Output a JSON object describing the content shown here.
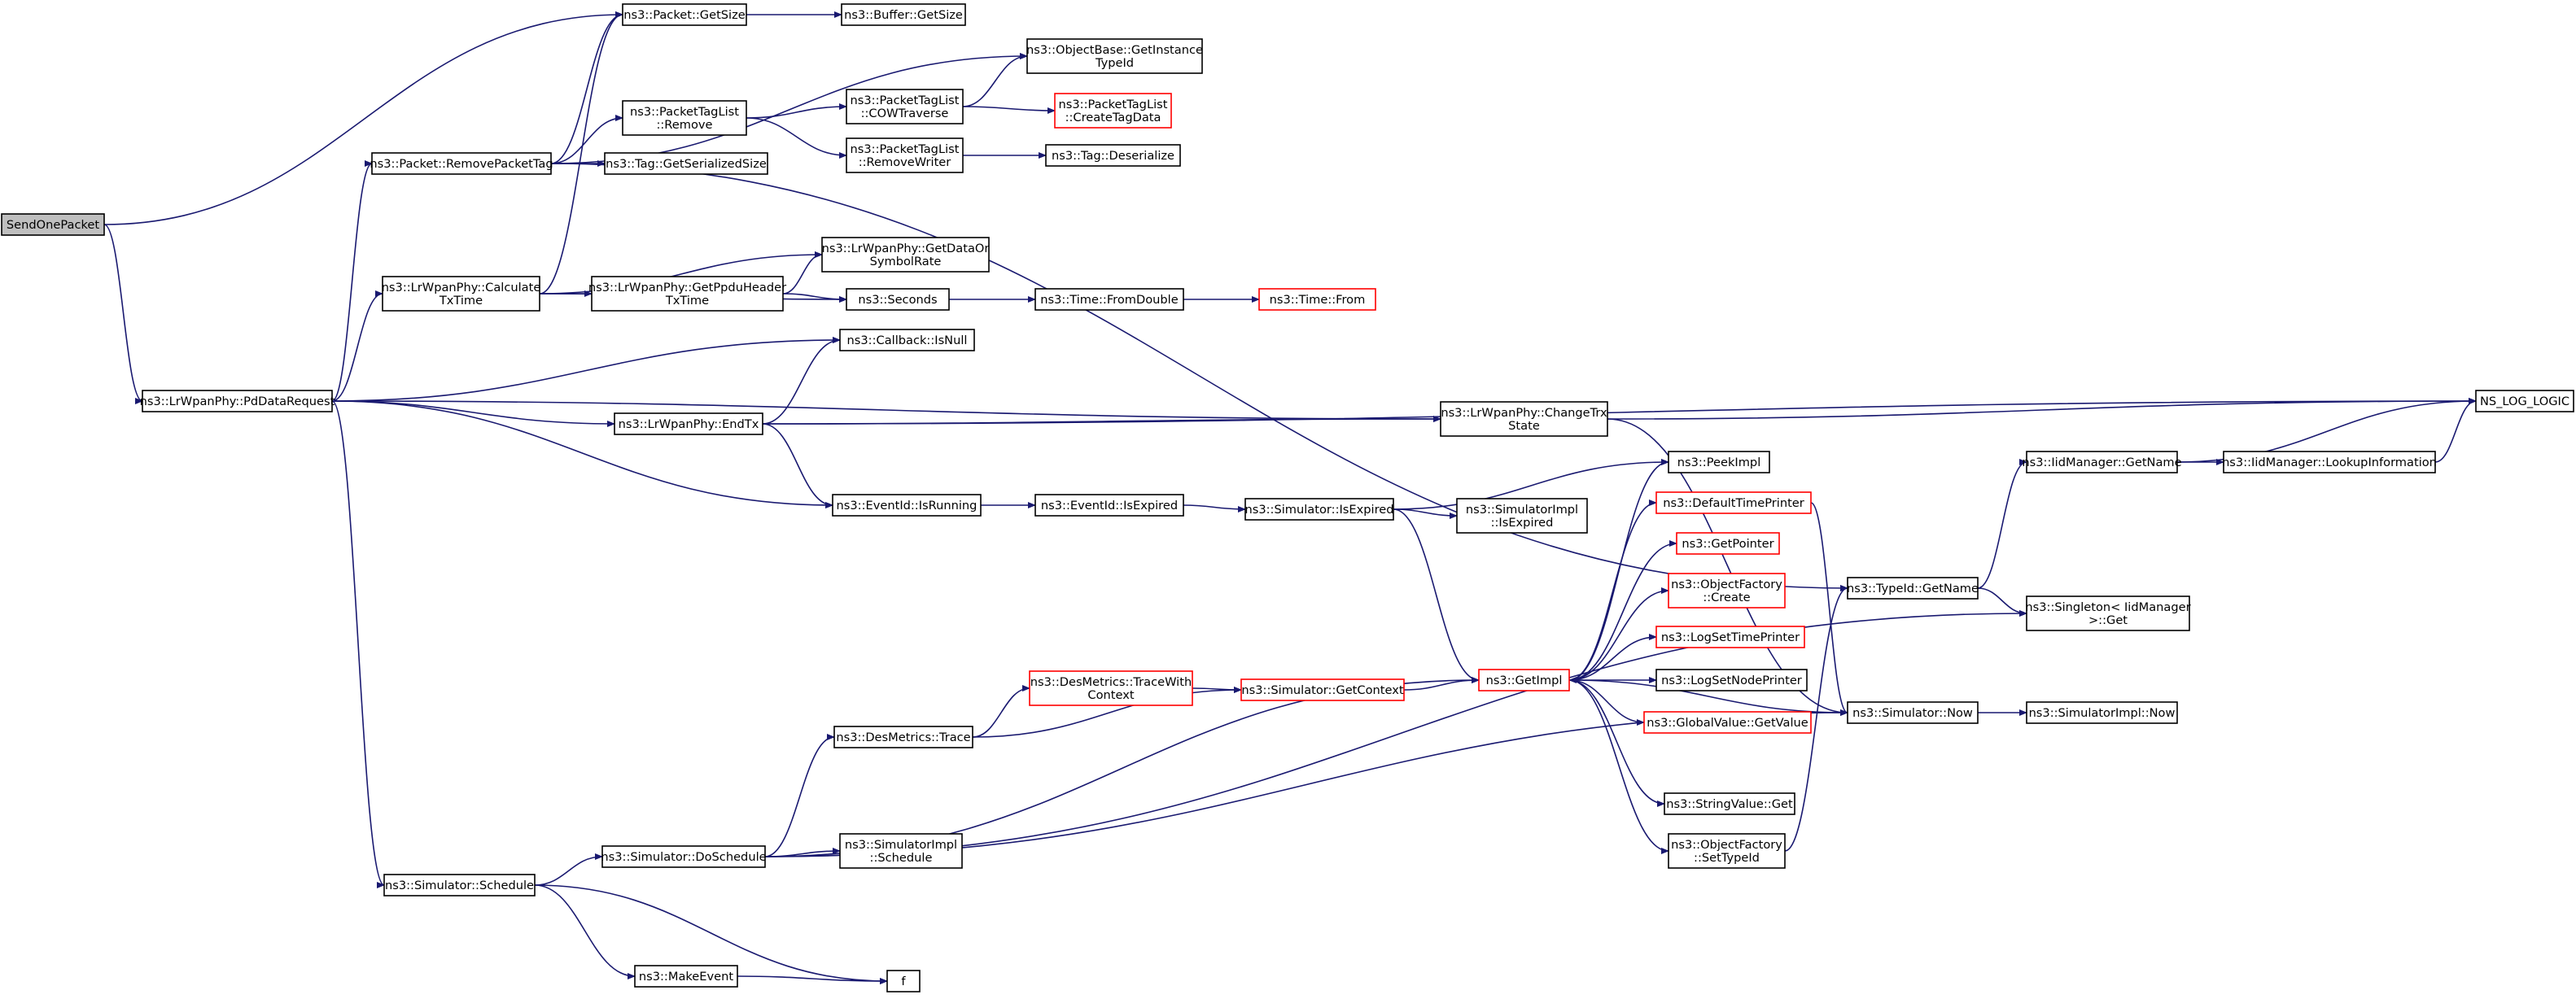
{
  "graph": {
    "title": "",
    "nodes": [
      {
        "id": "send",
        "lines": [
          "SendOnePacket"
        ],
        "root": true
      },
      {
        "id": "pd",
        "lines": [
          "ns3::LrWpanPhy::PdDataRequest"
        ]
      },
      {
        "id": "pgs",
        "lines": [
          "ns3::Packet::GetSize"
        ]
      },
      {
        "id": "bgs",
        "lines": [
          "ns3::Buffer::GetSize"
        ]
      },
      {
        "id": "ogit",
        "lines": [
          "ns3::ObjectBase::GetInstance",
          "TypeId"
        ]
      },
      {
        "id": "prpt",
        "lines": [
          "ns3::Packet::RemovePacketTag"
        ]
      },
      {
        "id": "ptlr",
        "lines": [
          "ns3::PacketTagList",
          "::Remove"
        ]
      },
      {
        "id": "ptlc",
        "lines": [
          "ns3::PacketTagList",
          "::COWTraverse"
        ]
      },
      {
        "id": "ptlcd",
        "lines": [
          "ns3::PacketTagList",
          "::CreateTagData"
        ],
        "truncated": true
      },
      {
        "id": "tgss",
        "lines": [
          "ns3::Tag::GetSerializedSize"
        ]
      },
      {
        "id": "ptlrw",
        "lines": [
          "ns3::PacketTagList",
          "::RemoveWriter"
        ]
      },
      {
        "id": "tdes",
        "lines": [
          "ns3::Tag::Deserialize"
        ]
      },
      {
        "id": "ctt",
        "lines": [
          "ns3::LrWpanPhy::Calculate",
          "TxTime"
        ]
      },
      {
        "id": "gdsr",
        "lines": [
          "ns3::LrWpanPhy::GetDataOr",
          "SymbolRate"
        ]
      },
      {
        "id": "gpht",
        "lines": [
          "ns3::LrWpanPhy::GetPpduHeader",
          "TxTime"
        ]
      },
      {
        "id": "sec",
        "lines": [
          "ns3::Seconds"
        ]
      },
      {
        "id": "tfd",
        "lines": [
          "ns3::Time::FromDouble"
        ]
      },
      {
        "id": "tfrom",
        "lines": [
          "ns3::Time::From"
        ],
        "truncated": true
      },
      {
        "id": "cbn",
        "lines": [
          "ns3::Callback::IsNull"
        ]
      },
      {
        "id": "endtx",
        "lines": [
          "ns3::LrWpanPhy::EndTx"
        ]
      },
      {
        "id": "cts",
        "lines": [
          "ns3::LrWpanPhy::ChangeTrx",
          "State"
        ]
      },
      {
        "id": "nll",
        "lines": [
          "NS_LOG_LOGIC"
        ]
      },
      {
        "id": "eir",
        "lines": [
          "ns3::EventId::IsRunning"
        ]
      },
      {
        "id": "eie",
        "lines": [
          "ns3::EventId::IsExpired"
        ]
      },
      {
        "id": "sie",
        "lines": [
          "ns3::Simulator::IsExpired"
        ]
      },
      {
        "id": "pkimpl",
        "lines": [
          "ns3::PeekImpl"
        ]
      },
      {
        "id": "simie",
        "lines": [
          "ns3::SimulatorImpl",
          "::IsExpired"
        ]
      },
      {
        "id": "dtp",
        "lines": [
          "ns3::DefaultTimePrinter"
        ],
        "truncated": true
      },
      {
        "id": "gp",
        "lines": [
          "ns3::GetPointer"
        ],
        "truncated": true
      },
      {
        "id": "ofc",
        "lines": [
          "ns3::ObjectFactory",
          "::Create"
        ],
        "truncated": true
      },
      {
        "id": "lstp",
        "lines": [
          "ns3::LogSetTimePrinter"
        ],
        "truncated": true
      },
      {
        "id": "gimpl",
        "lines": [
          "ns3::GetImpl"
        ],
        "truncated": true
      },
      {
        "id": "lsnp",
        "lines": [
          "ns3::LogSetNodePrinter"
        ]
      },
      {
        "id": "gvgv",
        "lines": [
          "ns3::GlobalValue::GetValue"
        ],
        "truncated": true
      },
      {
        "id": "dmtc",
        "lines": [
          "ns3::DesMetrics::TraceWith",
          "Context"
        ],
        "truncated": true
      },
      {
        "id": "sgc",
        "lines": [
          "ns3::Simulator::GetContext"
        ],
        "truncated": true
      },
      {
        "id": "dmt",
        "lines": [
          "ns3::DesMetrics::Trace"
        ]
      },
      {
        "id": "tgn",
        "lines": [
          "ns3::TypeId::GetName"
        ]
      },
      {
        "id": "imgn",
        "lines": [
          "ns3::IidManager::GetName"
        ]
      },
      {
        "id": "imli",
        "lines": [
          "ns3::IidManager::LookupInformation"
        ]
      },
      {
        "id": "sing",
        "lines": [
          "ns3::Singleton< IidManager",
          " >::Get"
        ]
      },
      {
        "id": "snow",
        "lines": [
          "ns3::Simulator::Now"
        ]
      },
      {
        "id": "sinow",
        "lines": [
          "ns3::SimulatorImpl::Now"
        ]
      },
      {
        "id": "svg",
        "lines": [
          "ns3::StringValue::Get"
        ]
      },
      {
        "id": "ofst",
        "lines": [
          "ns3::ObjectFactory",
          "::SetTypeId"
        ]
      },
      {
        "id": "ssch",
        "lines": [
          "ns3::Simulator::Schedule"
        ]
      },
      {
        "id": "sdos",
        "lines": [
          "ns3::Simulator::DoSchedule"
        ]
      },
      {
        "id": "sisch",
        "lines": [
          "ns3::SimulatorImpl",
          "::Schedule"
        ]
      },
      {
        "id": "mkev",
        "lines": [
          "ns3::MakeEvent"
        ]
      },
      {
        "id": "f",
        "lines": [
          "f"
        ]
      }
    ]
  },
  "style": {
    "edge_color": "#191970",
    "truncated_border": "#ff0000",
    "root_fill": "#bfbfbf",
    "node_border": "#000000"
  }
}
